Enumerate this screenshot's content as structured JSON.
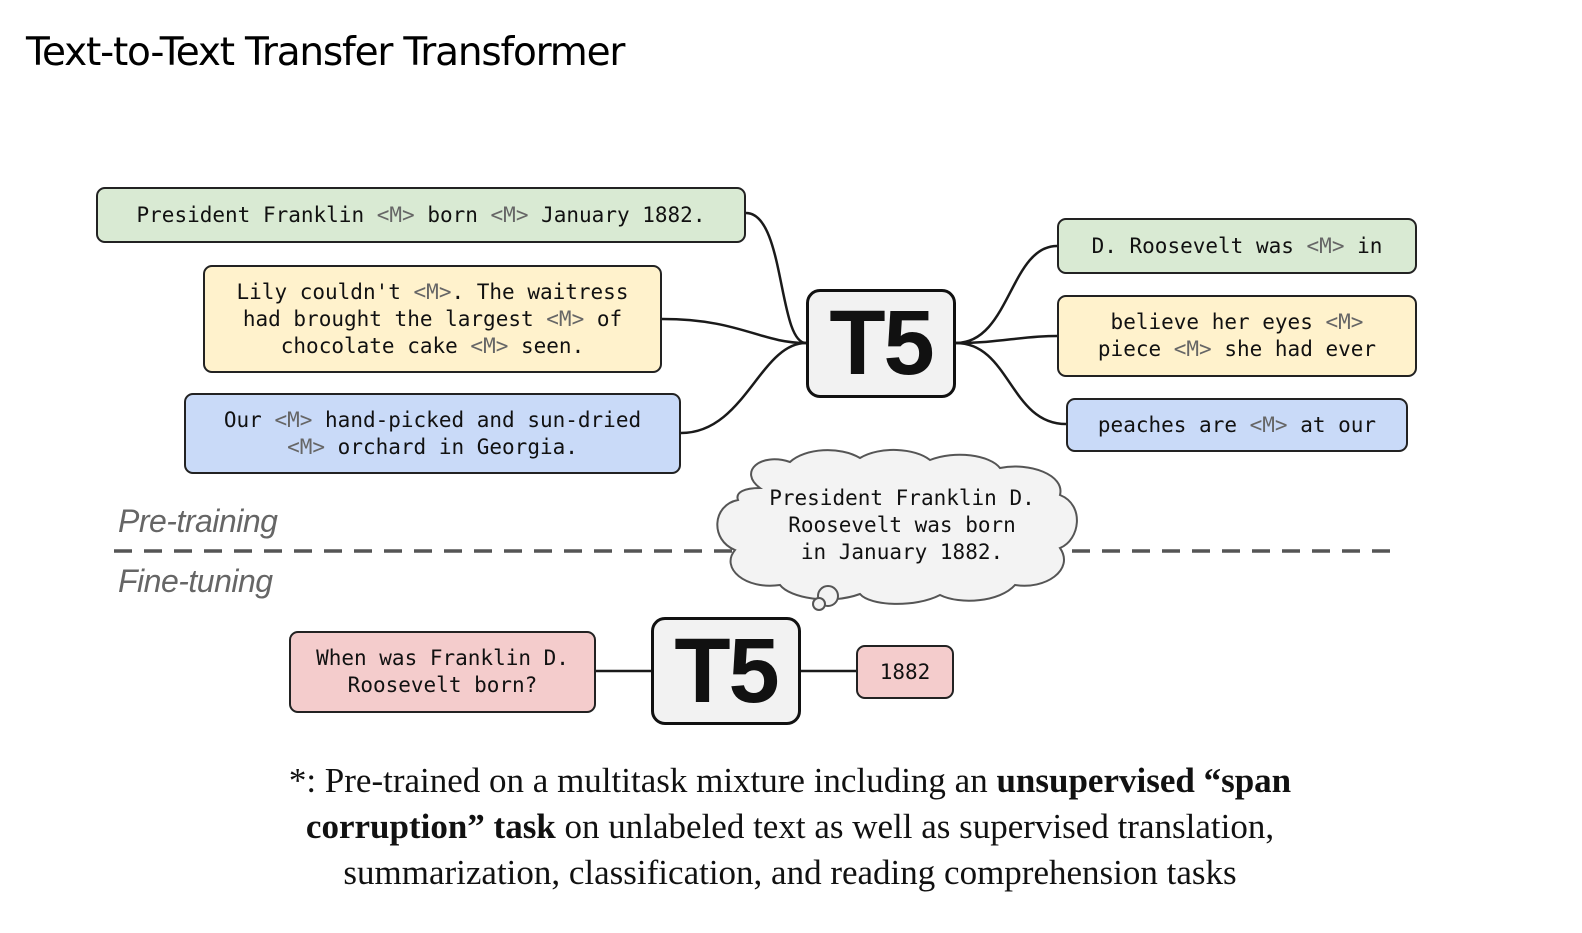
{
  "title": "Text-to-Text Transfer Transformer",
  "model_label": "T5",
  "mask_token": "<M>",
  "phases": {
    "pretraining": "Pre-training",
    "finetuning": "Fine-tuning"
  },
  "pretraining": {
    "inputs": [
      {
        "color": "#d9ead3",
        "lines": [
          [
            "President Franklin ",
            "<M>",
            " born ",
            "<M>",
            " January 1882."
          ]
        ]
      },
      {
        "color": "#fff2cc",
        "lines": [
          [
            "Lily couldn't ",
            "<M>",
            ". The waitress"
          ],
          [
            "had brought the largest ",
            "<M>",
            " of"
          ],
          [
            "chocolate cake ",
            "<M>",
            " seen."
          ]
        ]
      },
      {
        "color": "#c9daf8",
        "lines": [
          [
            "Our ",
            "<M>",
            " hand-picked and sun-dried"
          ],
          [
            "<M>",
            " orchard in Georgia."
          ]
        ]
      }
    ],
    "outputs": [
      {
        "color": "#d9ead3",
        "lines": [
          [
            "D. Roosevelt was ",
            "<M>",
            " in"
          ]
        ]
      },
      {
        "color": "#fff2cc",
        "lines": [
          [
            "believe her eyes ",
            "<M>"
          ],
          [
            "piece ",
            "<M>",
            " she had ever"
          ]
        ]
      },
      {
        "color": "#c9daf8",
        "lines": [
          [
            "peaches are ",
            "<M>",
            " at our"
          ]
        ]
      }
    ]
  },
  "thought_bubble": {
    "lines": [
      "President Franklin D.",
      "Roosevelt was born",
      "in January 1882."
    ]
  },
  "finetuning": {
    "question_lines": [
      "When was Franklin D.",
      "Roosevelt born?"
    ],
    "answer": "1882"
  },
  "caption": {
    "line1_prefix": "*: Pre-trained on a multitask mixture including an ",
    "line1_bold": "unsupervised “span",
    "line2_bold": "corruption” task",
    "line2_rest": " on unlabeled text as well as supervised translation,",
    "line3": "summarization, classification, and reading comprehension tasks"
  }
}
